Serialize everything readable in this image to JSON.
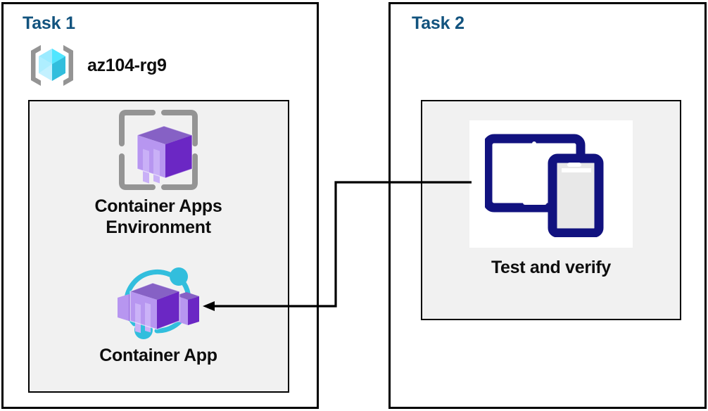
{
  "diagram": {
    "title_task1": "Task 1",
    "title_task2": "Task 2",
    "resource_group": {
      "label": "az104-rg9",
      "icon": "azure-resource-group-icon"
    },
    "nodes": [
      {
        "id": "container-apps-environment",
        "label": "Container Apps\nEnvironment",
        "icon": "container-apps-environment-icon"
      },
      {
        "id": "container-app",
        "label": "Container App",
        "icon": "container-app-icon"
      },
      {
        "id": "test-and-verify",
        "label": "Test and verify",
        "icon": "devices-tablet-phone-icon"
      }
    ],
    "connector": {
      "from": "test-and-verify",
      "to": "container-app",
      "style": "elbow-arrow",
      "arrow_direction": "left"
    },
    "colors": {
      "task_title": "#12537e",
      "label_text": "#0d0d0d",
      "panel_border": "#000000",
      "inner_fill": "#f1f1f1",
      "page_background": "#ffffff",
      "resource_group_cube": "#50e6ff",
      "container_purple_dark": "#6b27c4",
      "container_purple_light": "#a97ee8",
      "bracket_grey": "#949494",
      "accent_cyan": "#32bedd",
      "device_navy": "#11127f",
      "connector_line": "#000000"
    }
  }
}
